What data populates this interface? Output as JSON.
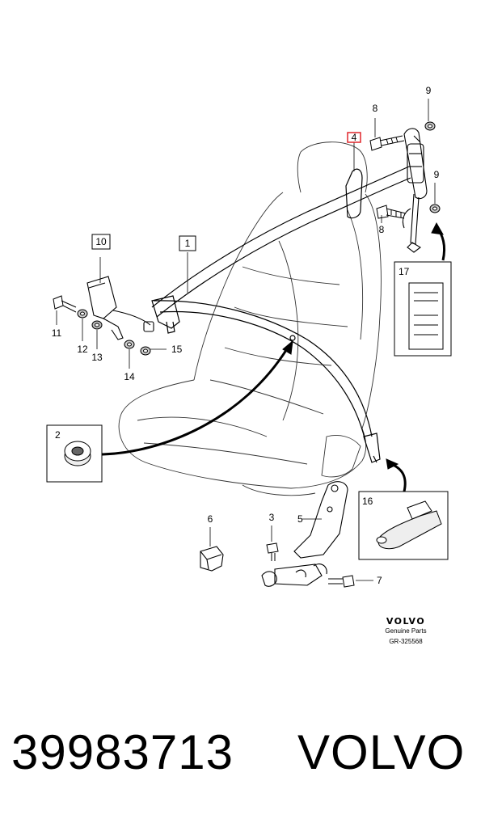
{
  "diagram": {
    "callouts": [
      {
        "id": "c1",
        "label": "1"
      },
      {
        "id": "c2",
        "label": "2"
      },
      {
        "id": "c3",
        "label": "3"
      },
      {
        "id": "c4",
        "label": "4"
      },
      {
        "id": "c5",
        "label": "5"
      },
      {
        "id": "c6",
        "label": "6"
      },
      {
        "id": "c7",
        "label": "7"
      },
      {
        "id": "c8a",
        "label": "8"
      },
      {
        "id": "c8b",
        "label": "8"
      },
      {
        "id": "c9a",
        "label": "9"
      },
      {
        "id": "c9b",
        "label": "9"
      },
      {
        "id": "c10",
        "label": "10"
      },
      {
        "id": "c11",
        "label": "11"
      },
      {
        "id": "c12",
        "label": "12"
      },
      {
        "id": "c13",
        "label": "13"
      },
      {
        "id": "c14",
        "label": "14"
      },
      {
        "id": "c15",
        "label": "15"
      },
      {
        "id": "c16",
        "label": "16"
      },
      {
        "id": "c17",
        "label": "17"
      }
    ],
    "highlight_color": "#e0262b",
    "brand": "VOLVO",
    "brand_sub": "Genuine Parts",
    "drawing_code": "GR-325568"
  },
  "footer": {
    "part_number": "39983713",
    "brand": "VOLVO"
  }
}
